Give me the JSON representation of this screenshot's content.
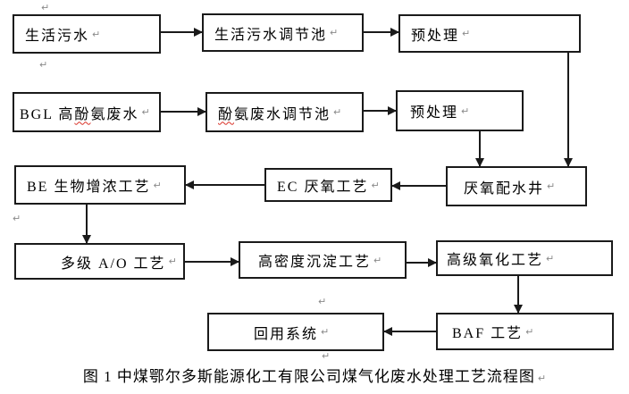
{
  "flowchart": {
    "caption": "图 1 中煤鄂尔多斯能源化工有限公司煤气化废水处理工艺流程图",
    "marks": {
      "return_mark": "↵"
    },
    "colors": {
      "line": "#1a1a1a",
      "text": "#000000",
      "background": "#ffffff",
      "misspell_underline": "#d93025",
      "formatting_mark": "#8a8a8a"
    },
    "nodes": {
      "domestic_sewage": {
        "label": "生活污水"
      },
      "domestic_sewage_regulating_tank": {
        "label": "生活污水调节池"
      },
      "pretreatment_domestic": {
        "label": "预处理"
      },
      "bgl_high_phenol_ammonia_wastewater": {
        "label_pre": "BGL 高",
        "label_misspelled": "酚",
        "label_post": "氨废水"
      },
      "phenol_ammonia_regulating_tank": {
        "label_misspelled": "酚",
        "label_post": "氨废水调节池"
      },
      "pretreatment_phenol": {
        "label": "预处理"
      },
      "be_bio_enrichment": {
        "label": "BE 生物增浓工艺"
      },
      "ec_anaerobic": {
        "label": "EC 厌氧工艺"
      },
      "anaerobic_distribution_well": {
        "label": "厌氧配水井"
      },
      "multistage_ao": {
        "label": "多级 A/O 工艺"
      },
      "high_density_sedimentation": {
        "label": "高密度沉淀工艺"
      },
      "advanced_oxidation": {
        "label": "高级氧化工艺"
      },
      "reuse_system": {
        "label": "回用系统"
      },
      "baf_process": {
        "label": "BAF 工艺"
      }
    },
    "edges": [
      {
        "from": "domestic_sewage",
        "to": "domestic_sewage_regulating_tank"
      },
      {
        "from": "domestic_sewage_regulating_tank",
        "to": "pretreatment_domestic"
      },
      {
        "from": "pretreatment_domestic",
        "to": "anaerobic_distribution_well"
      },
      {
        "from": "bgl_high_phenol_ammonia_wastewater",
        "to": "phenol_ammonia_regulating_tank"
      },
      {
        "from": "phenol_ammonia_regulating_tank",
        "to": "pretreatment_phenol"
      },
      {
        "from": "pretreatment_phenol",
        "to": "anaerobic_distribution_well"
      },
      {
        "from": "anaerobic_distribution_well",
        "to": "ec_anaerobic"
      },
      {
        "from": "ec_anaerobic",
        "to": "be_bio_enrichment"
      },
      {
        "from": "be_bio_enrichment",
        "to": "multistage_ao"
      },
      {
        "from": "multistage_ao",
        "to": "high_density_sedimentation"
      },
      {
        "from": "high_density_sedimentation",
        "to": "advanced_oxidation"
      },
      {
        "from": "advanced_oxidation",
        "to": "baf_process"
      },
      {
        "from": "baf_process",
        "to": "reuse_system"
      }
    ]
  }
}
